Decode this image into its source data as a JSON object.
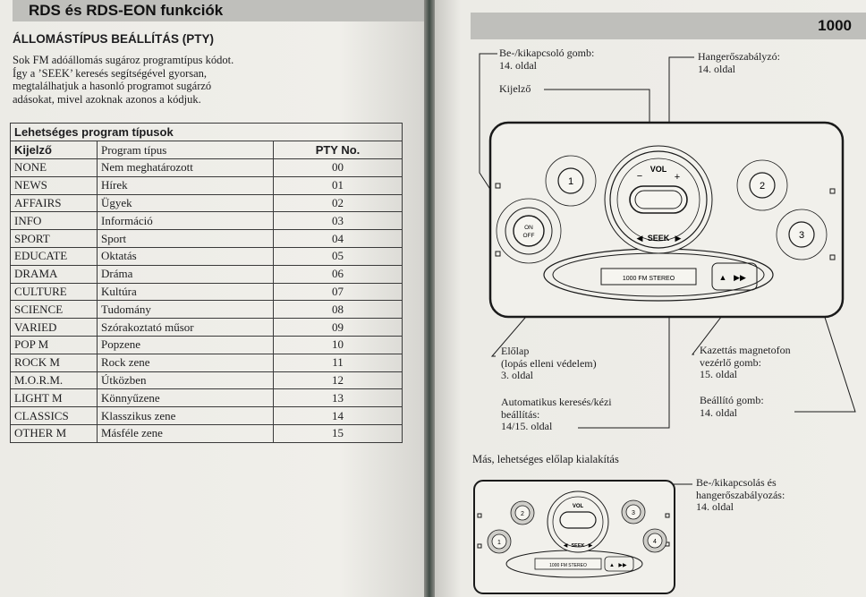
{
  "left_page": {
    "header": "RDS és RDS-EON funkciók",
    "section_title": "ÁLLOMÁSTÍPUS BEÁLLÍTÁS (PTY)",
    "intro": [
      "Sok FM adóállomás sugároz programtípus kódot.",
      "Így a ’SEEK’ keresés segítségével gyorsan,",
      "megtalálhatjuk a hasonló programot sugárzó",
      "adásokat, mivel azoknak azonos a kódjuk."
    ],
    "table": {
      "caption": "Lehetséges program típusok",
      "headers": [
        "Kijelző",
        "Program típus",
        "PTY No."
      ],
      "rows": [
        [
          "NONE",
          "Nem meghatározott",
          "00"
        ],
        [
          "NEWS",
          "Hírek",
          "01"
        ],
        [
          "AFFAIRS",
          "Ügyek",
          "02"
        ],
        [
          "INFO",
          "Információ",
          "03"
        ],
        [
          "SPORT",
          "Sport",
          "04"
        ],
        [
          "EDUCATE",
          "Oktatás",
          "05"
        ],
        [
          "DRAMA",
          "Dráma",
          "06"
        ],
        [
          "CULTURE",
          "Kultúra",
          "07"
        ],
        [
          "SCIENCE",
          "Tudomány",
          "08"
        ],
        [
          "VARIED",
          "Szórakoztató műsor",
          "09"
        ],
        [
          "POP M",
          "Popzene",
          "10"
        ],
        [
          "ROCK M",
          "Rock zene",
          "11"
        ],
        [
          "M.O.R.M.",
          "Útközben",
          "12"
        ],
        [
          "LIGHT M",
          "Könnyűzene",
          "13"
        ],
        [
          "CLASSICS",
          "Klasszikus zene",
          "14"
        ],
        [
          "OTHER M",
          "Másféle zene",
          "15"
        ]
      ]
    }
  },
  "right_page": {
    "page_number": "1000",
    "callouts": {
      "power": [
        "Be-/kikapcsoló gomb:",
        "14. oldal"
      ],
      "volume": [
        "Hangerőszabályzó:",
        "14. oldal"
      ],
      "display": [
        "Kijelző"
      ],
      "front_panel": [
        "Előlap",
        "(lopás elleni védelem)",
        "3. oldal"
      ],
      "cassette": [
        "Kazettás magnetofon",
        "vezérlő gomb:",
        "15. oldal"
      ],
      "auto_seek": [
        "Automatikus keresés/kézi",
        "beállítás:",
        "14/15. oldal"
      ],
      "tuning": [
        "Beállító  gomb:",
        "14. oldal"
      ],
      "power_volume": [
        "Be-/kikapcsolás és",
        "hangerőszabályozás:",
        "14. oldal"
      ]
    },
    "other_caption": "Más, lehetséges előlap kialakítás",
    "radio": {
      "vol": "VOL",
      "seek": "SEEK",
      "on_off": [
        "ON",
        "OFF"
      ],
      "presets": [
        "1",
        "2",
        "3"
      ],
      "minus": "−",
      "plus": "+",
      "display_text": "1000 FM STEREO",
      "eject": "▲",
      "ffwd": "▶▶",
      "left_arrow": "◀",
      "right_arrow": "▶"
    },
    "radio2": {
      "presets": [
        "1",
        "2",
        "3",
        "4"
      ],
      "vol": "VOL",
      "seek": "SEEK",
      "display_text": "1000 FM STEREO",
      "eject": "▲",
      "ffwd": "▶▶",
      "left_arrow": "◀",
      "right_arrow": "▶"
    }
  }
}
